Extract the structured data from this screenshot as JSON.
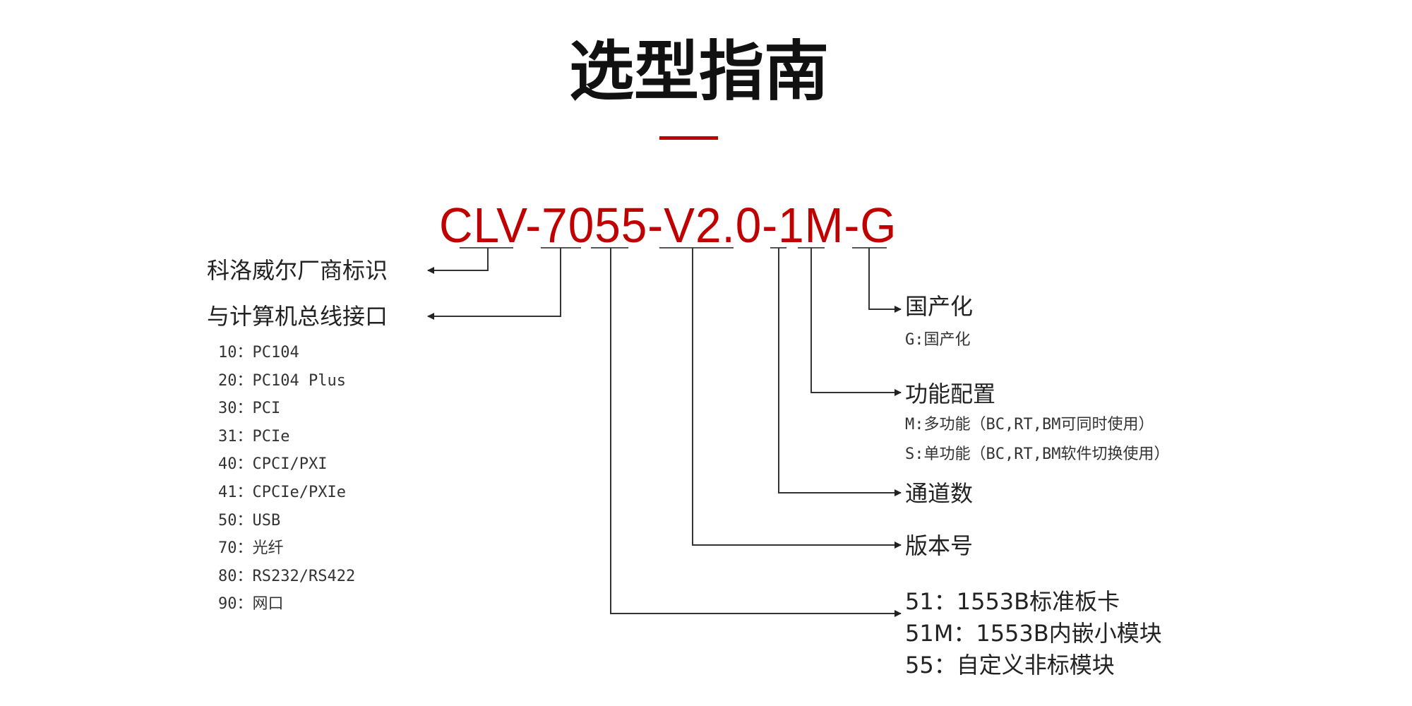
{
  "title": "选型指南",
  "accent_color": "#c00000",
  "model_code": "CLV-7055-V2.0-1M-G",
  "left_labels": {
    "manufacturer": "科洛威尔厂商标识",
    "bus_interface": "与计算机总线接口"
  },
  "bus_options": [
    "10：PC104",
    "20：PC104 Plus",
    "30：PCI",
    "31：PCIe",
    "40：CPCI/PXI",
    "41：CPCIe/PXIe",
    "50：USB",
    "70：光纤",
    "80：RS232/RS422",
    "90：网口"
  ],
  "right": {
    "localization": {
      "label": "国产化",
      "options": [
        "G:国产化"
      ]
    },
    "function": {
      "label": "功能配置",
      "options": [
        "M:多功能（BC,RT,BM可同时使用）",
        "S:单功能（BC,RT,BM软件切换使用）"
      ]
    },
    "channels": {
      "label": "通道数"
    },
    "version": {
      "label": "版本号"
    },
    "product_type": {
      "options": [
        "51：1553B标准板卡",
        "51M：1553B内嵌小模块",
        "55：自定义非标模块"
      ]
    }
  }
}
